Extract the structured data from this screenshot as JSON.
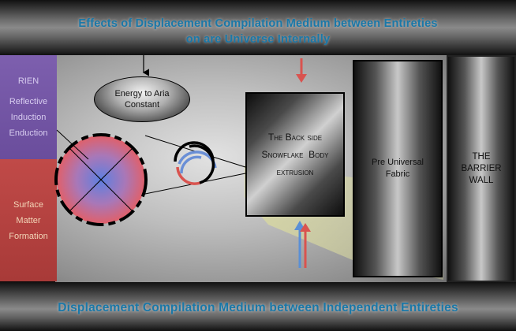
{
  "header": {
    "title_line1": "Effects of Displacement Compilation Medium between Entireties",
    "title_line2": "on are Universe Internally"
  },
  "footer": {
    "title": "Displacement Compilation Medium between Independent Entireties"
  },
  "left_panel": {
    "top_box": {
      "lines": [
        "RIEN",
        "Reflective",
        "Induction",
        "Enduction"
      ]
    },
    "bottom_box": {
      "lines": [
        "Surface",
        "Matter",
        "Formation"
      ]
    }
  },
  "ellipse": {
    "lines": [
      "Energy to Aria",
      "Constant"
    ]
  },
  "boxes": {
    "back_side": {
      "lines": [
        "The Back side",
        "Snowflake  Body",
        "extrusion"
      ]
    },
    "pre_universal": {
      "lines": [
        "Pre Universal",
        "Fabric"
      ]
    },
    "barrier": {
      "lines": [
        "THE",
        "BARRIER",
        "WALL"
      ]
    }
  },
  "colors": {
    "title_blue": "#1a78a8",
    "purple": "#7d5fae",
    "red": "#c04a48",
    "arrow_red": "#d9534f",
    "arrow_blue": "#5a8fd6",
    "beam": "#d8d8a0"
  }
}
